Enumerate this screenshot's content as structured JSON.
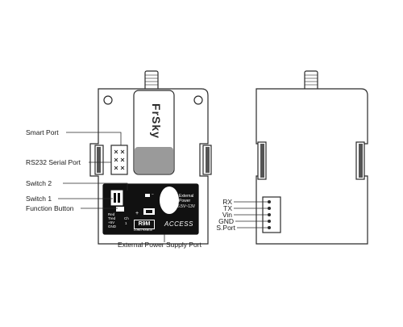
{
  "labels": {
    "smart_port": "Smart Port",
    "rs232": "RS232 Serial Port",
    "switch2": "Switch 2",
    "switch1": "Switch 1",
    "function_button": "Function Button",
    "external_power_port": "External Power  Supply Port"
  },
  "module": {
    "brand": "FrSky",
    "model": "R9M",
    "model_sub": "LONG RANGE",
    "access": "ACCESS",
    "ext_power_title": "External",
    "ext_power_title2": "Power",
    "ext_power_range": "6.5V~13V",
    "led_labels": [
      "Red",
      "Tred",
      "+5V",
      "GND"
    ],
    "dip_labels": [
      "Ch",
      "1"
    ],
    "minus": "−",
    "plus": "+"
  },
  "pins": [
    "RX",
    "TX",
    "Vin",
    "GND",
    "S.Port"
  ],
  "colors": {
    "outline": "#2a2a2a",
    "panel": "#111111",
    "grip": "#555555",
    "antenna_cap": "#9a9a9a"
  }
}
